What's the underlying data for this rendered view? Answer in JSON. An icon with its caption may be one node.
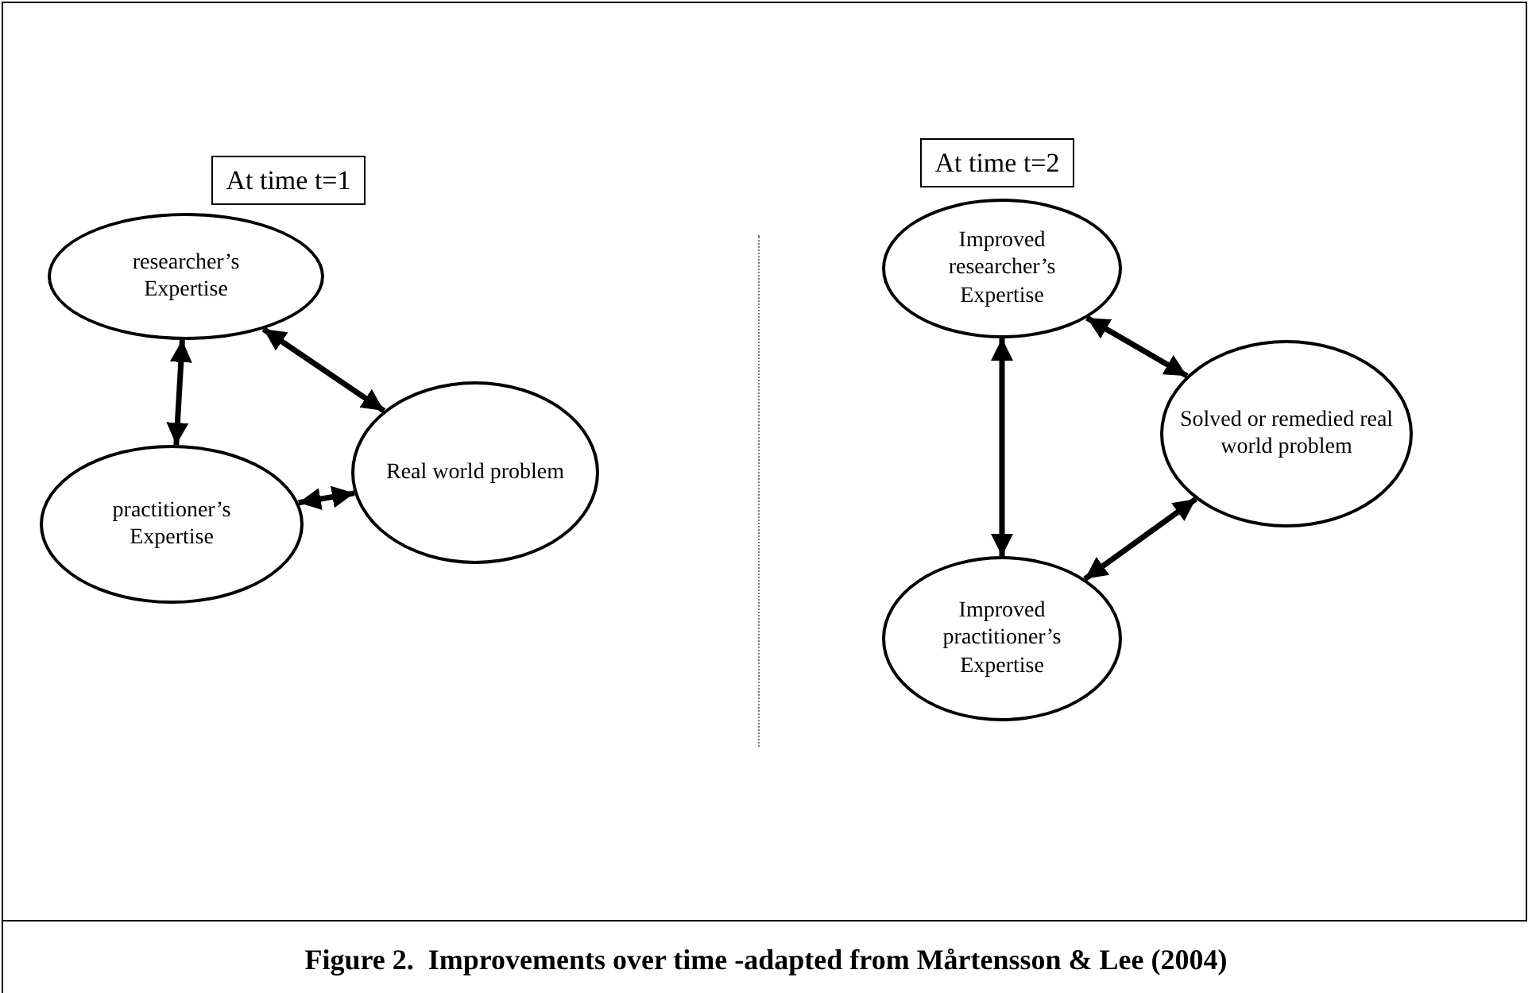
{
  "diagram": {
    "caption": "Figure 2.  Improvements over time -adapted from Mårtensson & Lee (2004)",
    "nodes": [
      {
        "text": [
          "At time t=1"
        ]
      },
      {
        "text": [
          "researcher’s Expertise"
        ]
      },
      {
        "text": [
          "Real world problem"
        ]
      },
      {
        "text": [
          "practitioner’s Expertise"
        ]
      },
      {
        "text": [
          "At time t=2"
        ]
      },
      {
        "text": [
          "Improved researcher’s Expertise"
        ]
      },
      {
        "text": [
          "Solved or remedied real world problem"
        ]
      },
      {
        "text": [
          "Improved practitioner’s Expertise"
        ]
      }
    ],
    "edges": [
      {
        "from": 1,
        "to": 2,
        "arrow": "both"
      },
      {
        "from": 1,
        "to": 3,
        "arrow": "both"
      },
      {
        "from": 3,
        "to": 2,
        "arrow": "both"
      },
      {
        "from": 5,
        "to": 6,
        "arrow": "both"
      },
      {
        "from": 5,
        "to": 7,
        "arrow": "both"
      },
      {
        "from": 7,
        "to": 6,
        "arrow": "both"
      }
    ]
  }
}
